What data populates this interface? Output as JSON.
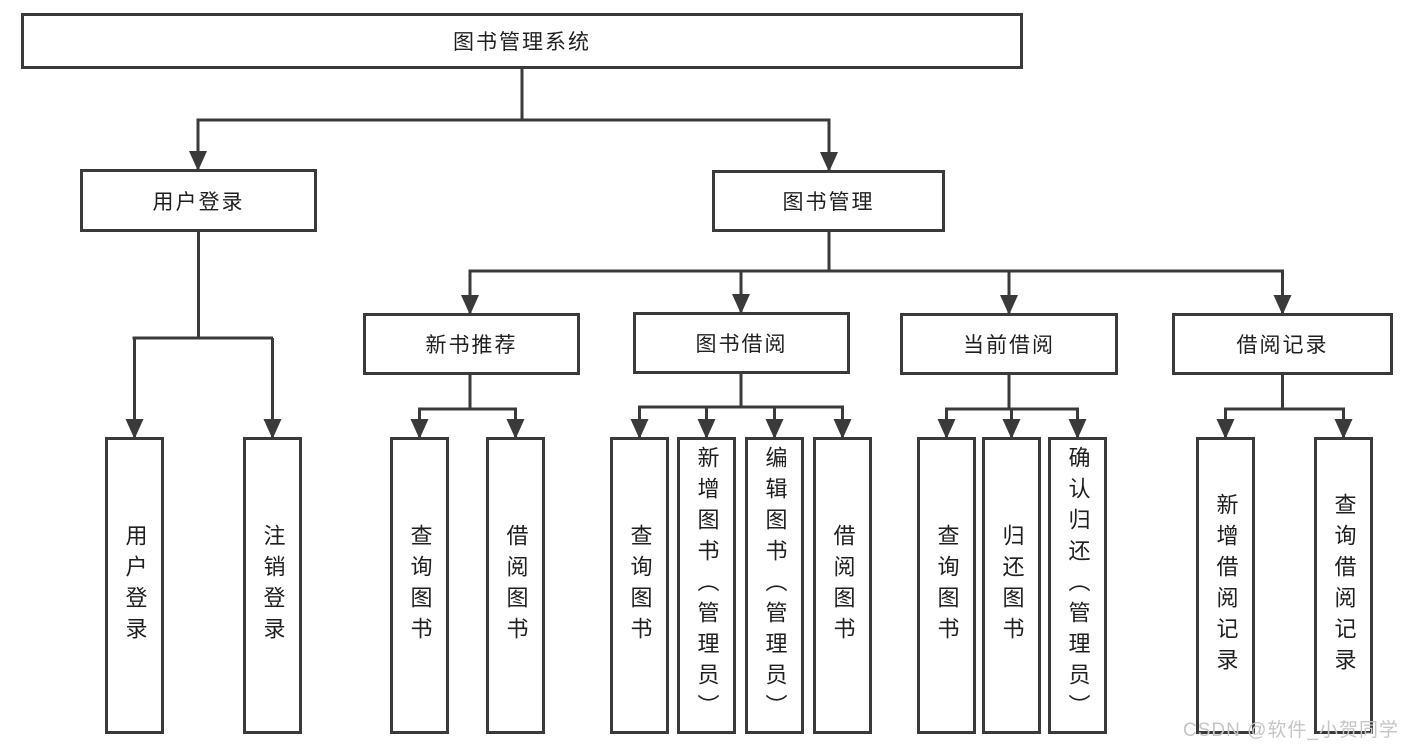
{
  "diagram": {
    "tree": {
      "root": "图书管理系统",
      "user_login": {
        "label": "用户登录",
        "children": {
          "login": "用户登录",
          "logout": "注销登录"
        }
      },
      "book_mgmt": {
        "label": "图书管理",
        "children": {
          "new_books": {
            "label": "新书推荐",
            "children": {
              "query": "查询图书",
              "borrow": "借阅图书"
            }
          },
          "borrowing": {
            "label": "图书借阅",
            "children": {
              "query": "查询图书",
              "add": "新增图书（管理员）",
              "edit": "编辑图书（管理员）",
              "borrow": "借阅图书"
            }
          },
          "current": {
            "label": "当前借阅",
            "children": {
              "query": "查询图书",
              "return": "归还图书",
              "confirm": "确认归还（管理员）"
            }
          },
          "records": {
            "label": "借阅记录",
            "children": {
              "add": "新增借阅记录",
              "query": "查询借阅记录"
            }
          }
        }
      }
    },
    "watermark": "CSDN @软件_小贺同学",
    "colors": {
      "line": "#3a3a3a",
      "text": "#1f1f1f",
      "watermark": "#c5c5c5",
      "background": "#ffffff"
    }
  }
}
